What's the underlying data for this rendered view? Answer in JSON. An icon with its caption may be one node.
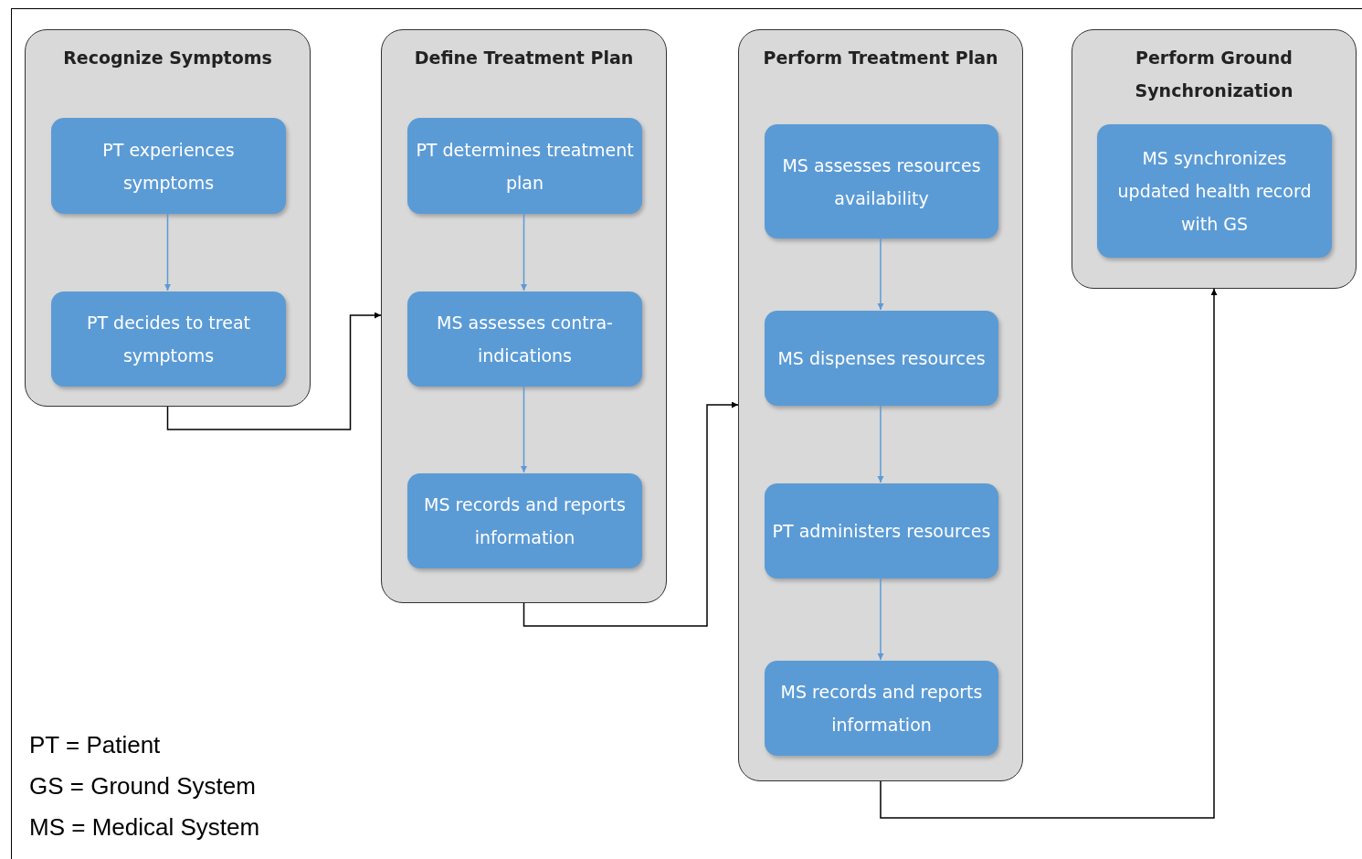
{
  "diagram": {
    "nodes": [
      {
        "text": [
          "Recognize Symptoms"
        ]
      },
      {
        "text": [
          "PT experiences symptoms"
        ],
        "in": 0
      },
      {
        "text": [
          "PT decides to treat symptoms"
        ],
        "in": 0
      },
      {
        "text": [
          "Define Treatment Plan"
        ]
      },
      {
        "text": [
          "PT determines treatment plan"
        ],
        "in": 3
      },
      {
        "text": [
          "MS assesses contra-indications"
        ],
        "in": 3
      },
      {
        "text": [
          "MS records and reports information"
        ],
        "in": 3
      },
      {
        "text": [
          "Perform Treatment Plan"
        ]
      },
      {
        "text": [
          "MS assesses resources availability"
        ],
        "in": 7
      },
      {
        "text": [
          "MS dispenses resources"
        ],
        "in": 7
      },
      {
        "text": [
          "PT administers resources"
        ],
        "in": 7
      },
      {
        "text": [
          "MS records and reports information"
        ],
        "in": 7
      },
      {
        "text": [
          "Perform Ground Synchronization"
        ]
      },
      {
        "text": [
          "MS synchronizes updated health record with GS"
        ],
        "in": 12
      }
    ],
    "edges": [
      {
        "from": 1,
        "to": 2,
        "arrow": "to"
      },
      {
        "from": 0,
        "to": 3,
        "arrow": "to",
        "color": "#000000"
      },
      {
        "from": 4,
        "to": 5,
        "arrow": "to"
      },
      {
        "from": 5,
        "to": 6,
        "arrow": "to"
      },
      {
        "from": 3,
        "to": 7,
        "arrow": "to",
        "color": "#000000"
      },
      {
        "from": 8,
        "to": 9,
        "arrow": "to"
      },
      {
        "from": 9,
        "to": 10,
        "arrow": "to"
      },
      {
        "from": 10,
        "to": 11,
        "arrow": "to"
      },
      {
        "from": 7,
        "to": 12,
        "arrow": "to",
        "color": "#000000"
      }
    ],
    "labels": [
      "PT = Patient",
      "GS = Ground System",
      "MS = Medical System"
    ]
  }
}
